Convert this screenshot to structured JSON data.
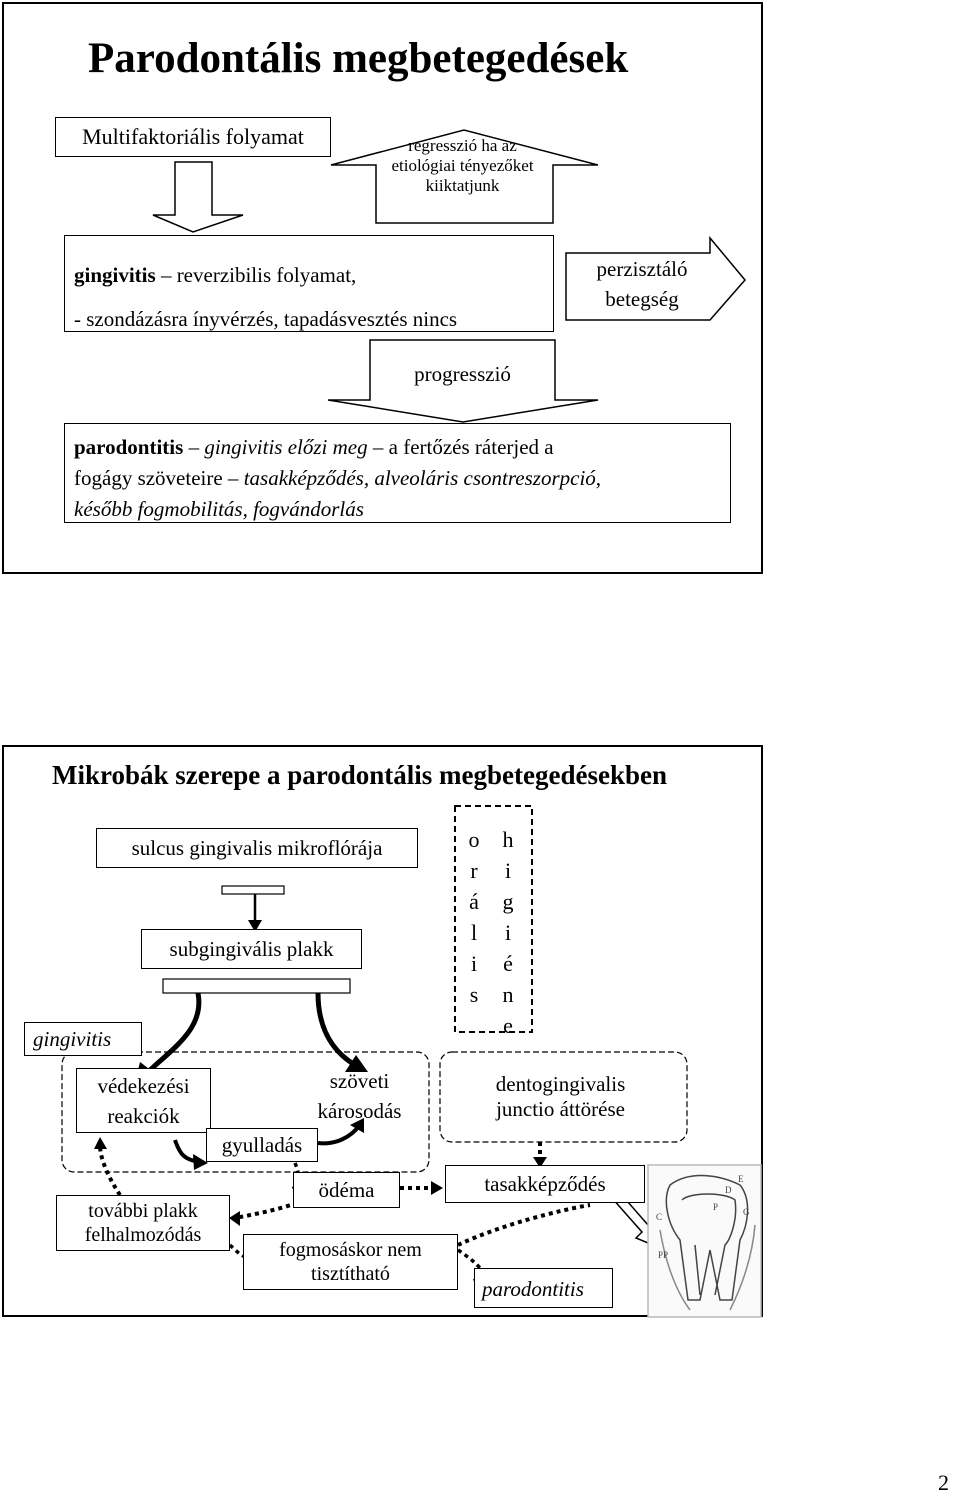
{
  "slide1": {
    "title": "Parodontális megbetegedések",
    "multifactorial": "Multifaktoriális folyamat",
    "regression": [
      "regresszió ha az",
      "etiológiai tényezőket",
      "kiiktatjunk"
    ],
    "gingivitis_term": "gingivitis",
    "gingivitis_rest": " – reverzibilis folyamat,",
    "gingivitis_line2": "- szondázásra ínyvérzés, tapadásvesztés nincs",
    "persistent": [
      "perzisztáló",
      "betegség"
    ],
    "progression": "progresszió",
    "parodontitis_term": "parodontitis",
    "paro_dash1": " – ",
    "paro_italic1": "gingivitis előzi meg",
    "paro_normal1": " – a fertőzés ráterjed a",
    "paro_line2_normal": "fogágy szöveteire – ",
    "paro_line2_italic": "tasakképződés, alveoláris csontreszorpció,",
    "paro_line3": "később fogmobilitás, fogvándorlás"
  },
  "slide2": {
    "title": "Mikrobák szerepe a parodontális megbetegedésekben",
    "sulcus": "sulcus gingivalis mikroflórája",
    "oral_col": [
      "o",
      "r",
      "á",
      "l",
      "i",
      "s"
    ],
    "hygiene_col": [
      "h",
      "i",
      "g",
      "i",
      "é",
      "n",
      "e"
    ],
    "subgingival": "subgingivális plakk",
    "gingivitis": "gingivitis",
    "defense": [
      "védekezési",
      "reakciók"
    ],
    "tissue_damage": [
      "szöveti",
      "károsodás"
    ],
    "inflammation": "gyulladás",
    "dentogingival": [
      "dentogingivalis",
      "junctio áttörése"
    ],
    "edema": "ödéma",
    "pocket": "tasakképződés",
    "further_plaque": [
      "további plakk",
      "felhalmozódás"
    ],
    "not_cleanable": [
      "fogmosáskor nem",
      "tisztítható"
    ],
    "parodontitis": "parodontitis",
    "tooth_labels": [
      "E",
      "D",
      "P",
      "C",
      "G",
      "PP"
    ]
  },
  "page_number": "2"
}
